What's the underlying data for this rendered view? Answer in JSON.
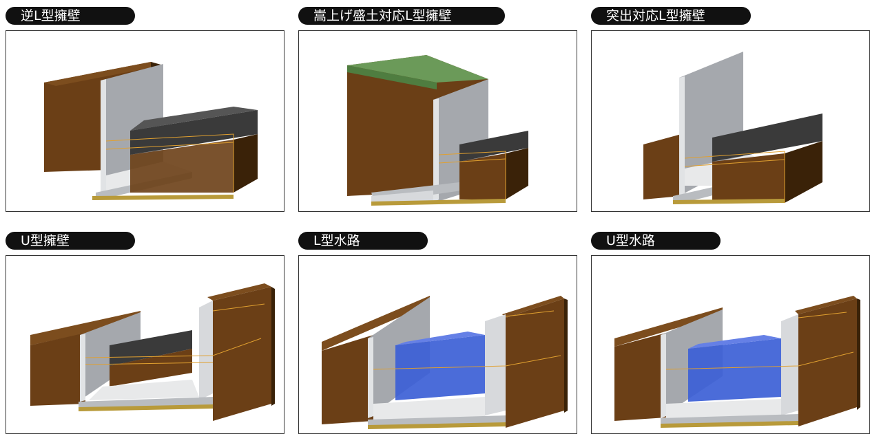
{
  "cards": [
    {
      "title": "逆L型擁壁"
    },
    {
      "title": "嵩上げ盛土対応L型擁壁"
    },
    {
      "title": "突出対応L型擁壁"
    },
    {
      "title": "U型擁壁"
    },
    {
      "title": "L型水路"
    },
    {
      "title": "U型水路"
    }
  ],
  "colors": {
    "soil_front": "#6b3f16",
    "soil_side": "#3a2208",
    "soil_top": "#8a5a2a",
    "concrete_front": "#9fa2a7",
    "concrete_edge": "#d7d9dc",
    "asphalt": "#3a3a3a",
    "water": "#3c5fd6",
    "grass": "#6b9a59",
    "guide_line": "#e0a030"
  }
}
